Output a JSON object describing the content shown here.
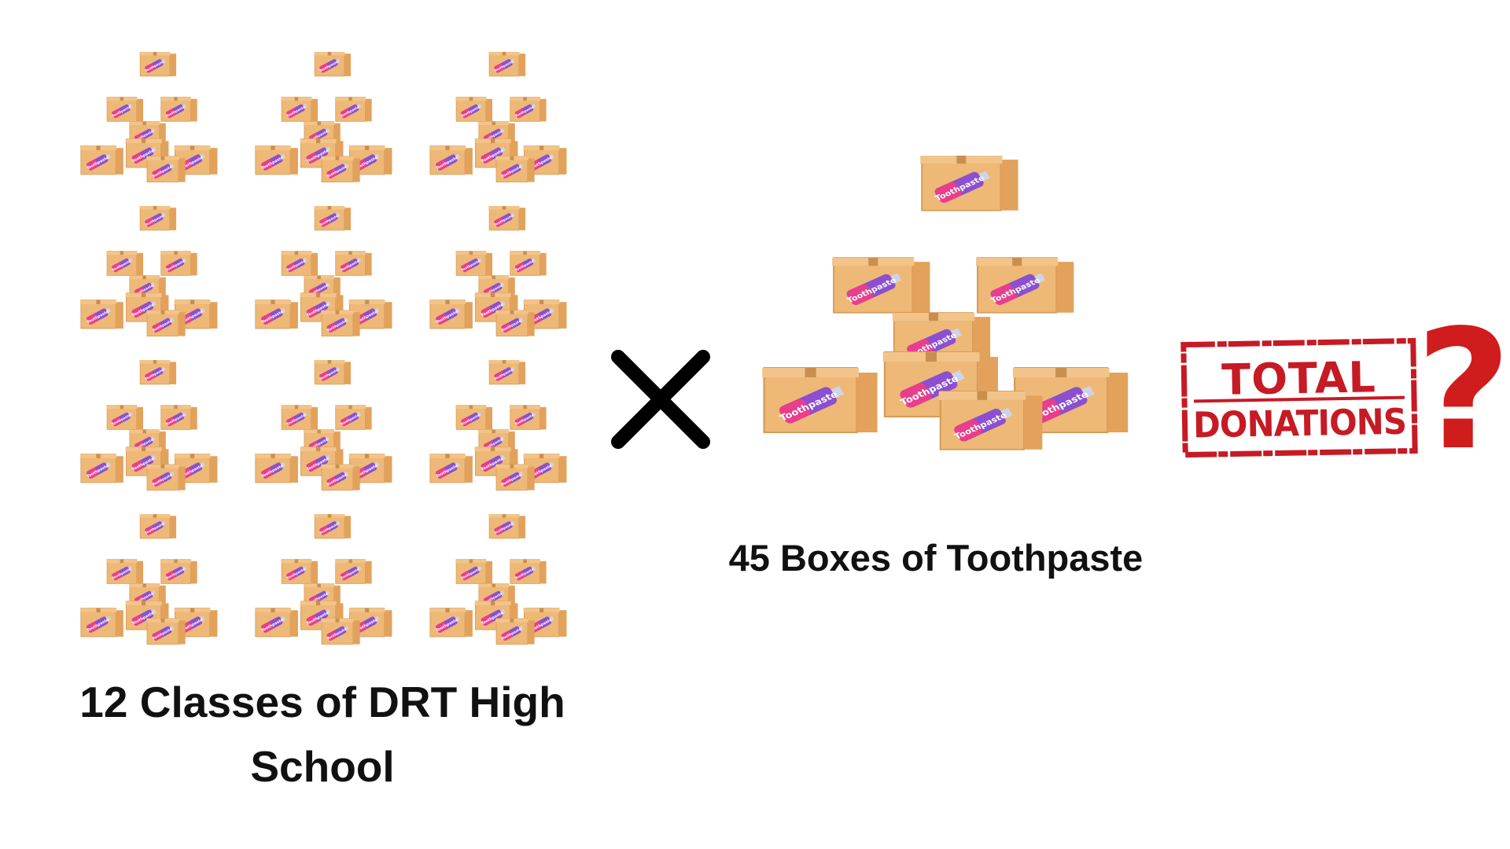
{
  "grid": {
    "rows": 4,
    "columns": 3,
    "pile_icon": "box-pile-icon",
    "box_label": "Toothpaste",
    "caption": "12 Classes of  DRT High School"
  },
  "operator": {
    "icon": "times-icon"
  },
  "big_pile": {
    "icon": "box-pile-icon",
    "box_label": "Toothpaste",
    "caption": "45 Boxes of Toothpaste"
  },
  "stamp": {
    "line1": "TOTAL",
    "line2": "DONATIONS"
  },
  "question": {
    "text": "?"
  },
  "colors": {
    "box": "#eeb877",
    "box_side": "#e2a25c",
    "tube": "#8b4fd0",
    "tube_pink": "#e83e8c",
    "stamp_red": "#c61a24",
    "question_red": "#d01c1c"
  }
}
